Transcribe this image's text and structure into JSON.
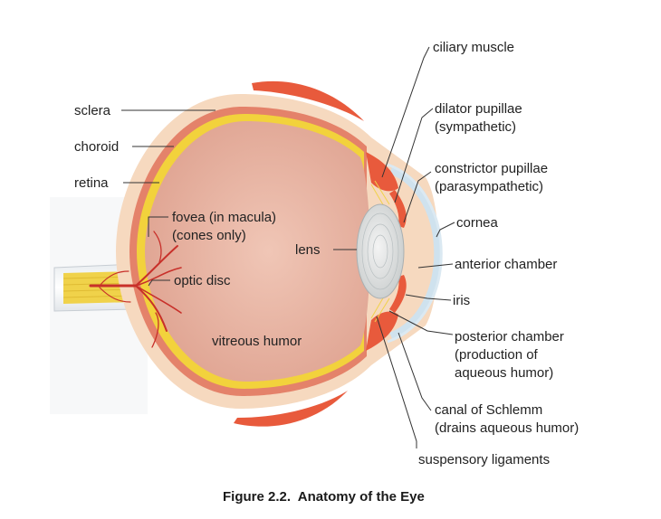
{
  "figure": {
    "caption": "Figure 2.2.  Anatomy of the Eye"
  },
  "labels": {
    "sclera": "sclera",
    "choroid": "choroid",
    "retina": "retina",
    "fovea_1": "fovea (in macula)",
    "fovea_2": "(cones only)",
    "optic_disc": "optic disc",
    "lens": "lens",
    "vitreous_humor": "vitreous humor",
    "ciliary_muscle": "ciliary muscle",
    "dilator_1": "dilator pupillae",
    "dilator_2": "(sympathetic)",
    "constrictor_1": "constrictor pupillae",
    "constrictor_2": "(parasympathetic)",
    "cornea": "cornea",
    "anterior_chamber": "anterior chamber",
    "iris": "iris",
    "posterior_1": "posterior chamber",
    "posterior_2": "(production of",
    "posterior_3": "aqueous humor)",
    "schlemm_1": "canal of Schlemm",
    "schlemm_2": "(drains aqueous humor)",
    "suspensory": "suspensory ligaments"
  },
  "colors": {
    "sclera": "#f6d9bf",
    "choroid": "#e4826a",
    "retina": "#f2d23c",
    "vitreous": "#e9b7a6",
    "muscle": "#e85a3c",
    "nerve_vessel": "#c8302a",
    "optic_nerve": "#f0d24a"
  }
}
